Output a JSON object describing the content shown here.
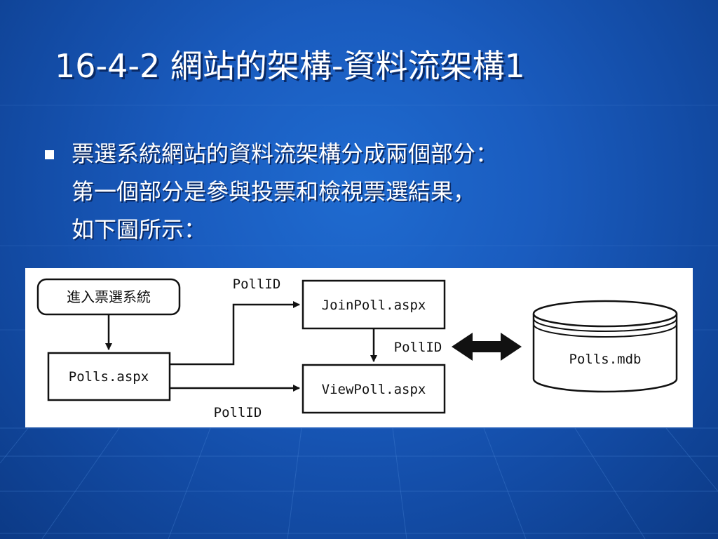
{
  "slide": {
    "title": "16-4-2 網站的架構-資料流架構1",
    "bullet": {
      "lines": [
        "票選系統網站的資料流架構分成兩個部分：",
        "第一個部分是參與投票和檢視票選結果，",
        "如下圖所示："
      ]
    }
  },
  "diagram": {
    "nodes": {
      "entry": "進入票選系統",
      "polls": "Polls.aspx",
      "join": "JoinPoll.aspx",
      "view": "ViewPoll.aspx",
      "db": "Polls.mdb"
    },
    "edge_labels": {
      "top": "PollID",
      "middle": "PollID",
      "bottom": "PollID"
    }
  },
  "colors": {
    "background": "#1a5cbf",
    "text": "#ffffff",
    "diagram_bg": "#ffffff",
    "diagram_ink": "#111111"
  }
}
